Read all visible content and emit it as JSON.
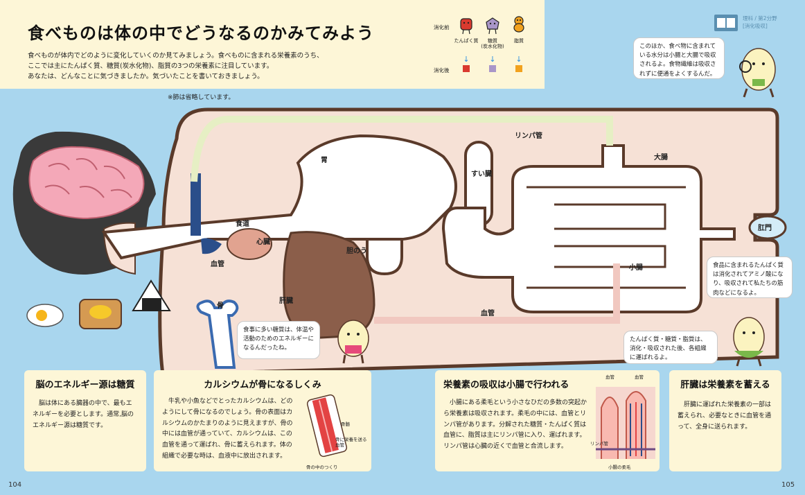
{
  "header": {
    "title": "食べものは体の中でどうなるのかみてみよう",
    "intro_lines": [
      "食べものが体内でどのように変化していくのか見てみましょう。食べものに含まれる栄養素のうち、",
      "ここでは主にたんぱく質、糖質(炭水化物)、脂質の3つの栄養素に注目しています。",
      "あなたは、どんなことに気づきましたか。気づいたことを書いておきましょう。"
    ],
    "note": "※肺は省略しています。"
  },
  "legend": {
    "before_label": "消化前",
    "after_label": "消化後",
    "items": [
      {
        "label": "たんぱく質",
        "color": "#d93a2f"
      },
      {
        "label": "糖質\n(炭水化物)",
        "color": "#a996c8"
      },
      {
        "label": "脂質",
        "color": "#f2a21e"
      }
    ]
  },
  "tag": {
    "line1": "理科 / 第2分野",
    "line2": "[消化吸収]"
  },
  "organs": {
    "esophagus": "食道",
    "stomach": "胃",
    "pancreas": "すい臓",
    "heart": "心臓",
    "blood_vessel_top": "血管",
    "gallbladder": "胆のう",
    "liver": "肝臓",
    "bone": "骨",
    "blood_vessel_bottom": "血管",
    "lymph": "リンパ管",
    "large_intestine": "大腸",
    "small_intestine": "小腸",
    "anus": "肛門"
  },
  "bubbles": {
    "top_right": "このほか、食べ物に含まれている水分は小腸と大腸で吸収されるよ。食物繊維は吸収されずに便通をよくするんだ。",
    "middle_right": "食品に含まれるたんぱく質は消化されてアミノ酸になり、吸収されて私たちの筋肉などになるよ。",
    "bottom_right": "たんぱく質・糖質・脂質は、消化・吸収された後、各組織に運ばれるよ。",
    "center": "食事に多い糖質は、体温や活動のためのエネルギーになるんだったね。"
  },
  "info_boxes": [
    {
      "title": "脳のエネルギー源は糖質",
      "body": "脳は体にある臓器の中で、最もエネルギーを必要とします。通常,脳のエネルギー源は糖質です。"
    },
    {
      "title": "カルシウムが骨になるしくみ",
      "body": "牛乳や小魚などでとったカルシウムは、どのようにして骨になるのでしょう。骨の表面はカルシウムのかたまりのように見えますが、骨の中には血管が通っていて、カルシウムは、この血管を通って運ばれ、骨に蓄えられます。体の組織で必要な時は、血液中に放出されます。",
      "fig_caption": "骨の中のつくり",
      "fig_label1": "骨髄",
      "fig_label2": "骨に栄養を送る血管"
    },
    {
      "title": "栄養素の吸収は小腸で行われる",
      "body": "小腸にある柔毛という小さなひだの多数の突起から栄養素は吸収されます。柔毛の中には、血管とリンパ管があります。分解された糖質・たんぱく質は血管に、脂質は主にリンパ管に入り、運ばれます。リンパ管は心臓の近くで血管と合流します。",
      "fig_caption": "小腸の柔毛",
      "fig_label1": "血管",
      "fig_label2": "血管",
      "fig_label3": "リンパ管"
    },
    {
      "title": "肝臓は栄養素を蓄える",
      "body": "肝臓に運ばれた栄養素の一部は蓄えられ、必要なときに血管を通って、全身に送られます。"
    }
  ],
  "page_numbers": {
    "left": "104",
    "right": "105"
  }
}
